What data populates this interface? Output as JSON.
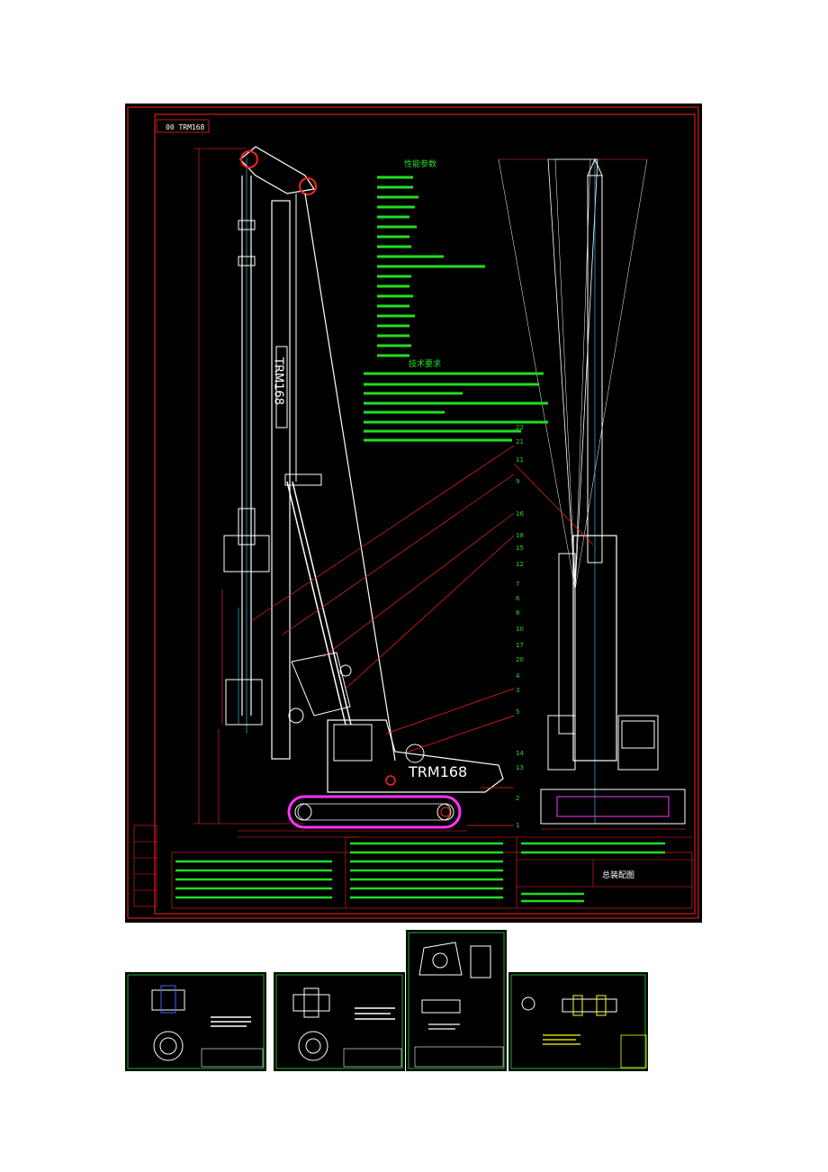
{
  "main_drawing": {
    "ref_box": "00 TRM168",
    "rig_label_mast": "TRM168",
    "rig_label_cab": "TRM168",
    "title_spec": "性能参数",
    "title_tech": "技术要求",
    "title_block_name": "总装配图",
    "callouts_right": [
      "22",
      "21",
      "11",
      "9",
      "16",
      "18",
      "15",
      "12",
      "7",
      "6",
      "8",
      "10",
      "17",
      "20",
      "4",
      "3",
      "5",
      "14",
      "13",
      "2",
      "1"
    ],
    "colors": {
      "frame": "#ff2020",
      "machine": "#ffffff",
      "spec_text": "#22dd22",
      "dims": "#ff3333",
      "crawler": "#ff33ff",
      "centerline": "#33ddff",
      "title_lines": "#ff2020"
    }
  },
  "thumbnails": [
    {
      "id": "part-drawing-1"
    },
    {
      "id": "part-drawing-2"
    },
    {
      "id": "part-drawing-3"
    },
    {
      "id": "part-drawing-4"
    }
  ]
}
